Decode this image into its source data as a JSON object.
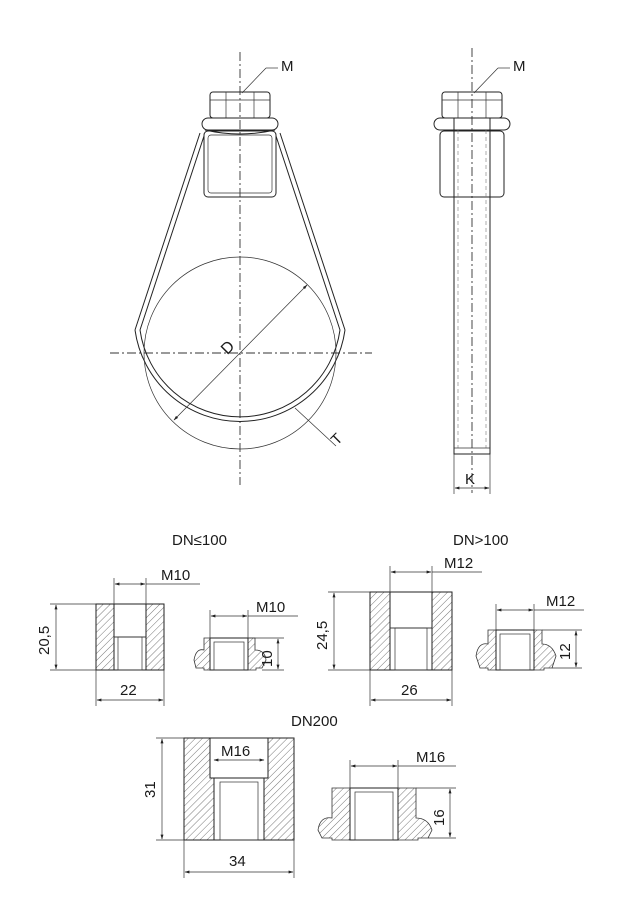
{
  "labels": {
    "thread_left": "M",
    "thread_right": "M",
    "diameter": "D",
    "thickness": "T",
    "width": "K"
  },
  "sections": {
    "small": {
      "title": "DN≤100",
      "sleeve_thread": "M10",
      "sleeve_height": "20,5",
      "sleeve_width": "22",
      "nut_thread": "M10",
      "nut_height": "10"
    },
    "medium": {
      "title": "DN>100",
      "sleeve_thread": "M12",
      "sleeve_height": "24,5",
      "sleeve_width": "26",
      "nut_thread": "M12",
      "nut_height": "12"
    },
    "large": {
      "title": "DN200",
      "sleeve_thread": "M16",
      "sleeve_height": "31",
      "sleeve_width": "34",
      "nut_thread": "M16",
      "nut_height": "16"
    }
  }
}
